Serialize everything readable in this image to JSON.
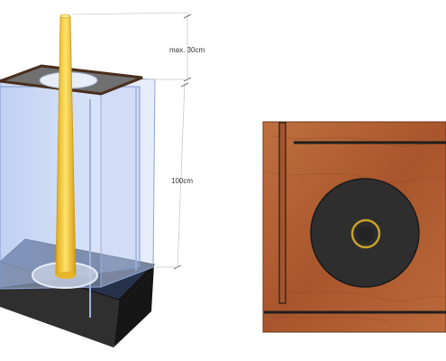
{
  "dimensions": {
    "top_label": "max. 30cm",
    "height_label": "100cm"
  },
  "colors": {
    "tube": "#f4c430",
    "tube_edge": "#c9961a",
    "glass": "#b9cdf0",
    "base_dark": "#1f2a3a",
    "top_frame": "#5a3a25",
    "top_plate": "#6e6e6e",
    "wood": "#b8643a",
    "disc": "#2d2d2d",
    "ring": "#c9a22c"
  },
  "views": {
    "left": "perspective-view",
    "right": "top-view"
  }
}
